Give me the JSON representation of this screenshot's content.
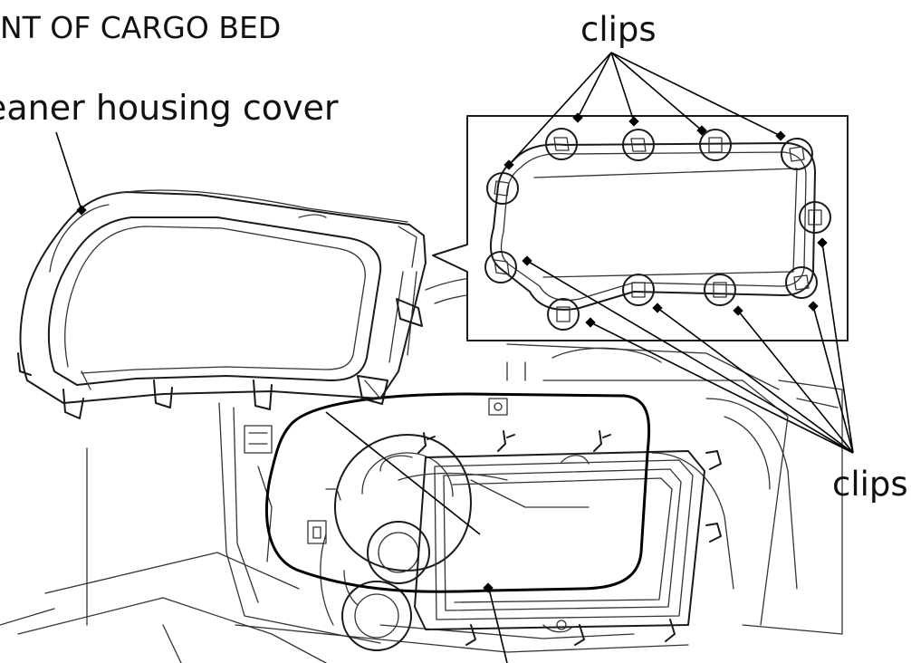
{
  "labels": {
    "title": "ONT OF CARGO BED",
    "cover": "eaner housing cover",
    "clips_top": "clips",
    "clips_right": "clips"
  },
  "colors": {
    "ink": "#000000",
    "background": "#ffffff"
  }
}
